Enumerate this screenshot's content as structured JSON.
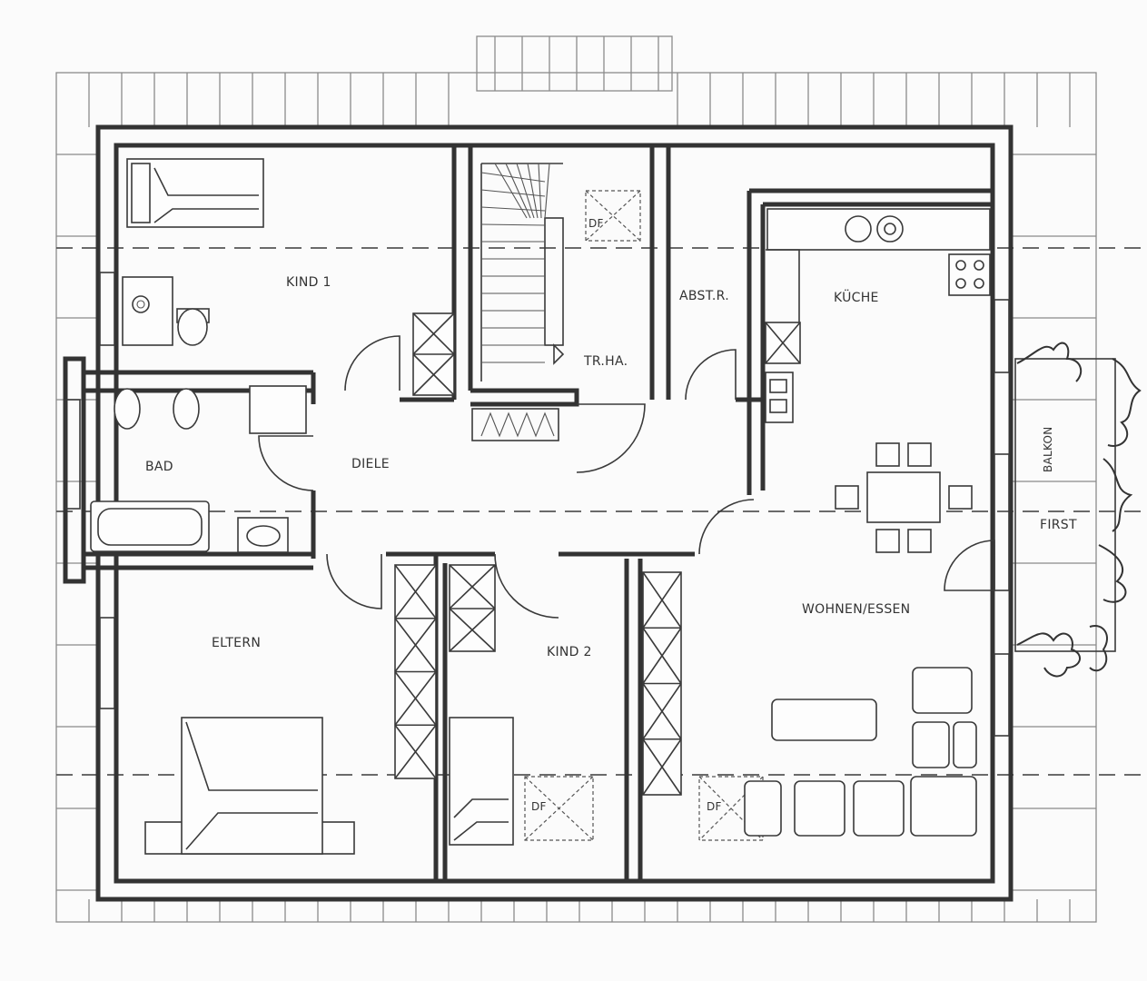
{
  "rooms": {
    "kind1": "KIND 1",
    "bad": "BAD",
    "diele": "DIELE",
    "tr_ha": "TR.HA.",
    "abst_r": "ABST.R.",
    "kueche": "KÜCHE",
    "balkon": "BALKON",
    "first": "FIRST",
    "wohnen_essen": "WOHNEN/ESSEN",
    "eltern": "ELTERN",
    "kind2": "KIND 2"
  },
  "skylights": {
    "stair": "DF",
    "kind2": "DF",
    "wohnen": "DF"
  }
}
